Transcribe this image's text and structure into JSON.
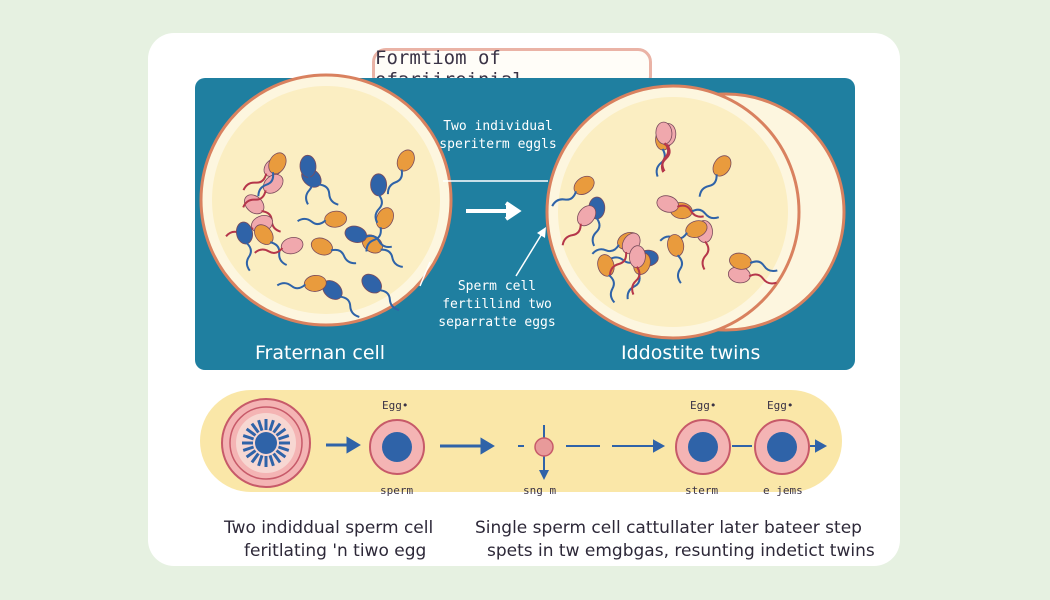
{
  "title": "Formtiom of ofariireinial",
  "top_panel": {
    "arrow_label": [
      "Two individual",
      "speriterm eggls"
    ],
    "sperm_label": [
      "Sperm cell",
      "fertillind two",
      "separratte eggs"
    ],
    "left_caption": "Fraternan cell",
    "right_caption": "Iddostite twins"
  },
  "band": {
    "labels": {
      "egg_1": "Egg•",
      "egg_2": "Egg•",
      "egg_3": "Egg•",
      "sperm": "sperm",
      "sng": "sng m",
      "sterm": "sterm",
      "ejems": "e jems"
    }
  },
  "bottom": {
    "left_caption": [
      "Two indiddual sperm cell",
      "feritlating 'n tiwo egg"
    ],
    "right_caption": [
      "Single sperm cell cattullater later bateer step",
      "spets in tw emgbgas, resunting indetict twins"
    ]
  },
  "colors": {
    "background": "#e6f1e1",
    "panel_blue": "#1f7fa0",
    "dish_fill": "#fbf1cf",
    "band_yellow": "#fae7a8",
    "cell_pink": "#f0a8ad",
    "sperm_blue": "#2f63a8",
    "cell_orange": "#e99b3d"
  }
}
